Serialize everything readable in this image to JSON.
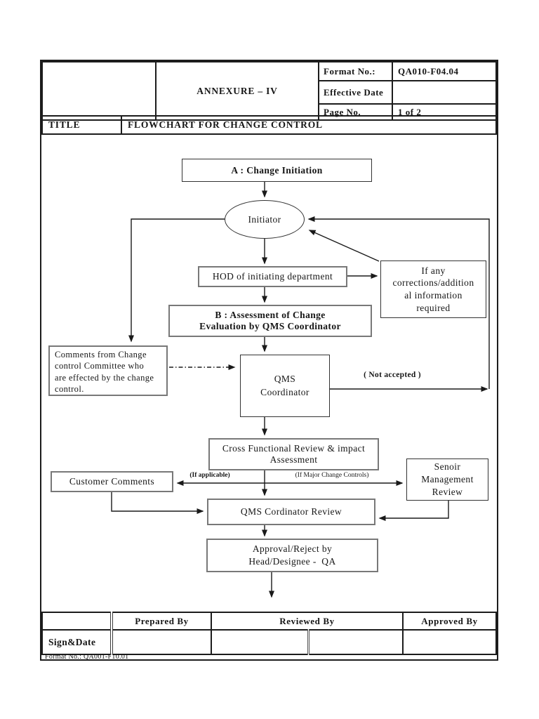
{
  "document": {
    "header": {
      "annexure": "ANNEXURE – IV",
      "fields": [
        {
          "label": "Format No.:",
          "value": "QA010-F04.04"
        },
        {
          "label": "Effective Date",
          "value": ""
        },
        {
          "label": "Page No.",
          "value": "1 of 2"
        }
      ],
      "title_label": "TITLE",
      "title_value": "FLOWCHART FOR CHANGE CONTROL"
    },
    "flowchart": {
      "nodes": {
        "change_initiation": "A : Change Initiation",
        "initiator": "Initiator",
        "hod": "HOD of initiating department",
        "corrections": "If any\ncorrections/addition\nal information\nrequired",
        "assessment": "B : Assessment of Change\nEvaluation by QMS Coordinator",
        "committee_comments": "Comments from Change\ncontrol Committee who\nare effected by the change\ncontrol.",
        "qms_coordinator": "QMS\nCoordinator",
        "cross_functional": "Cross Functional Review & impact\nAssessment",
        "customer_comments": "Customer Comments",
        "senior_management": "Senoir\nManagement\nReview",
        "qms_review": "QMS Cordinator Review",
        "approval": "Approval/Reject by\nHead/Designee -  QA"
      },
      "edge_labels": {
        "not_accepted": "( Not accepted )",
        "if_applicable": "(If applicable)",
        "if_major_change": "(If Major Change Controls)"
      }
    },
    "footer": {
      "prepared_by": "Prepared By",
      "reviewed_by": "Reviewed By",
      "approved_by": "Approved By",
      "sign_date": "Sign&Date",
      "format_no": "Format No.: QA001-F10.01"
    }
  }
}
